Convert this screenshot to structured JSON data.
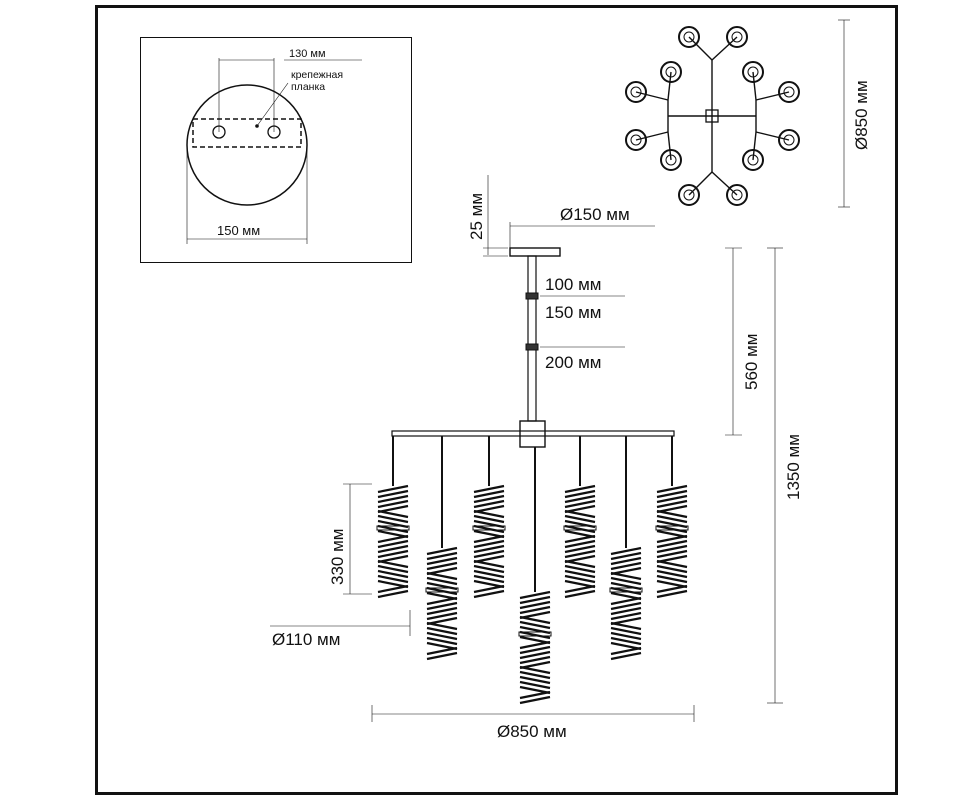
{
  "inset": {
    "screw_spacing": "130 мм",
    "bracket_label_line1": "крепежная",
    "bracket_label_line2": "планка",
    "canopy_width": "150 мм"
  },
  "top_view": {
    "diameter": "Ø850 мм"
  },
  "side_view": {
    "canopy_height": "25 мм",
    "canopy_diameter": "Ø150 мм",
    "rod_1": "100 мм",
    "rod_2": "150 мм",
    "rod_3": "200 мм",
    "rod_length": "560 мм",
    "total_height": "1350 мм",
    "shade_height": "330 мм",
    "shade_diameter": "Ø110 мм",
    "overall_diameter": "Ø850 мм"
  }
}
